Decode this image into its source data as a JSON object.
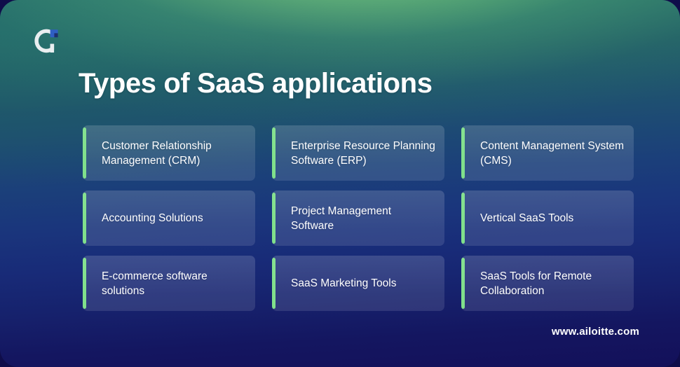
{
  "brand": {
    "logo_icon": "ailoitte-a-logo-icon",
    "logo_mark_color": "#e9eef0",
    "logo_accent_color": "#2f5fc4",
    "site_url": "www.ailoitte.com"
  },
  "header": {
    "title": "Types of SaaS applications"
  },
  "theme": {
    "accent_green": "#80e08b",
    "top_green": "#92d887",
    "mid_teal": "#20566d",
    "bottom_navy": "#13105a",
    "card_fill": "rgba(255,255,255,0.115)",
    "text_color": "#ffffff"
  },
  "cards": [
    {
      "id": "crm",
      "label": "Customer Relationship Management (CRM)"
    },
    {
      "id": "erp",
      "label": "Enterprise Resource Planning Software (ERP)"
    },
    {
      "id": "cms",
      "label": "Content Management System (CMS)"
    },
    {
      "id": "accounting",
      "label": "Accounting Solutions"
    },
    {
      "id": "project-mgmt",
      "label": "Project Management Software"
    },
    {
      "id": "vertical",
      "label": "Vertical SaaS Tools"
    },
    {
      "id": "ecommerce",
      "label": "E-commerce software solutions"
    },
    {
      "id": "marketing",
      "label": "SaaS Marketing Tools"
    },
    {
      "id": "remote",
      "label": "SaaS Tools for Remote Collaboration"
    }
  ]
}
